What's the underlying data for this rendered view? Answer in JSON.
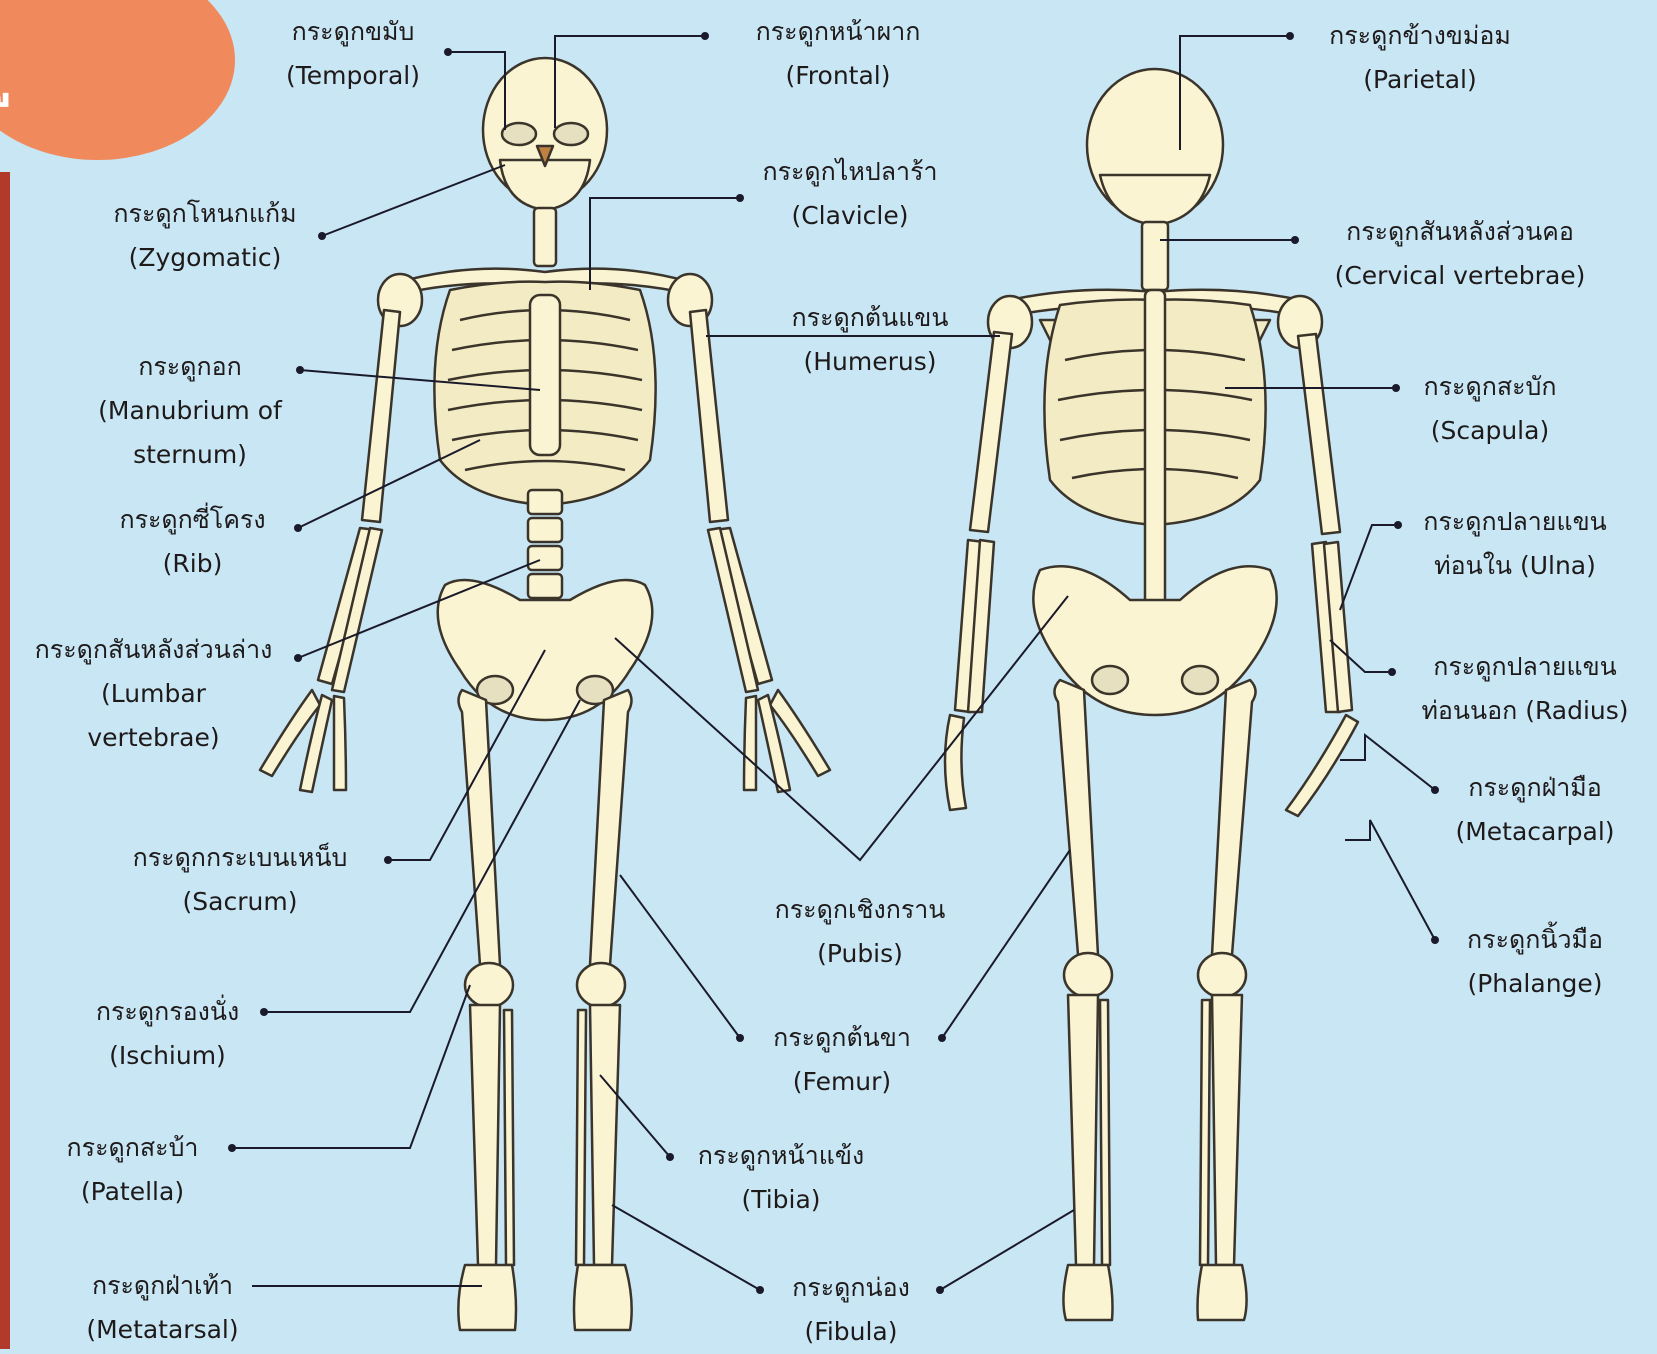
{
  "badge": {
    "glyph": "ู"
  },
  "labels": {
    "temporal": {
      "th": "กระดูกขมับ",
      "en": "(Temporal)"
    },
    "frontal": {
      "th": "กระดูกหน้าผาก",
      "en": "(Frontal)"
    },
    "parietal": {
      "th": "กระดูกข้างขม่อม",
      "en": "(Parietal)"
    },
    "zygomatic": {
      "th": "กระดูกโหนกแก้ม",
      "en": "(Zygomatic)"
    },
    "clavicle": {
      "th": "กระดูกไหปลาร้า",
      "en": "(Clavicle)"
    },
    "cervical": {
      "th": "กระดูกสันหลังส่วนคอ",
      "en": "(Cervical  vertebrae)"
    },
    "humerus": {
      "th": "กระดูกต้นแขน",
      "en": "(Humerus)"
    },
    "sternum": {
      "th": "กระดูกอก",
      "en": "(Manubrium  of",
      "en2": "sternum)"
    },
    "scapula": {
      "th": "กระดูกสะบัก",
      "en": "(Scapula)"
    },
    "rib": {
      "th": "กระดูกซี่โครง",
      "en": "(Rib)"
    },
    "ulna": {
      "th": "กระดูกปลายแขน",
      "en": "ท่อนใน  (Ulna)"
    },
    "lumbar": {
      "th": "กระดูกสันหลังส่วนล่าง",
      "en": "(Lumbar",
      "en2": "vertebrae)"
    },
    "radius": {
      "th": "กระดูกปลายแขน",
      "en": "ท่อนนอก  (Radius)"
    },
    "metacarpal": {
      "th": "กระดูกฝ่ามือ",
      "en": "(Metacarpal)"
    },
    "sacrum": {
      "th": "กระดูกกระเบนเหน็บ",
      "en": "(Sacrum)"
    },
    "pubis": {
      "th": "กระดูกเชิงกราน",
      "en": "(Pubis)"
    },
    "phalange": {
      "th": "กระดูกนิ้วมือ",
      "en": "(Phalange)"
    },
    "ischium": {
      "th": "กระดูกรองนั่ง",
      "en": "(Ischium)"
    },
    "femur": {
      "th": "กระดูกต้นขา",
      "en": "(Femur)"
    },
    "patella": {
      "th": "กระดูกสะบ้า",
      "en": "(Patella)"
    },
    "tibia": {
      "th": "กระดูกหน้าแข้ง",
      "en": "(Tibia)"
    },
    "metatarsal": {
      "th": "กระดูกฝ่าเท้า",
      "en": "(Metatarsal)"
    },
    "fibula": {
      "th": "กระดูกน่อง",
      "en": "(Fibula)"
    }
  },
  "colors": {
    "background": "#c9e6f5",
    "bone": "#fbf4d2",
    "outline": "#3a342a",
    "leader": "#1a1a2a",
    "badge": "#f08a5d"
  }
}
